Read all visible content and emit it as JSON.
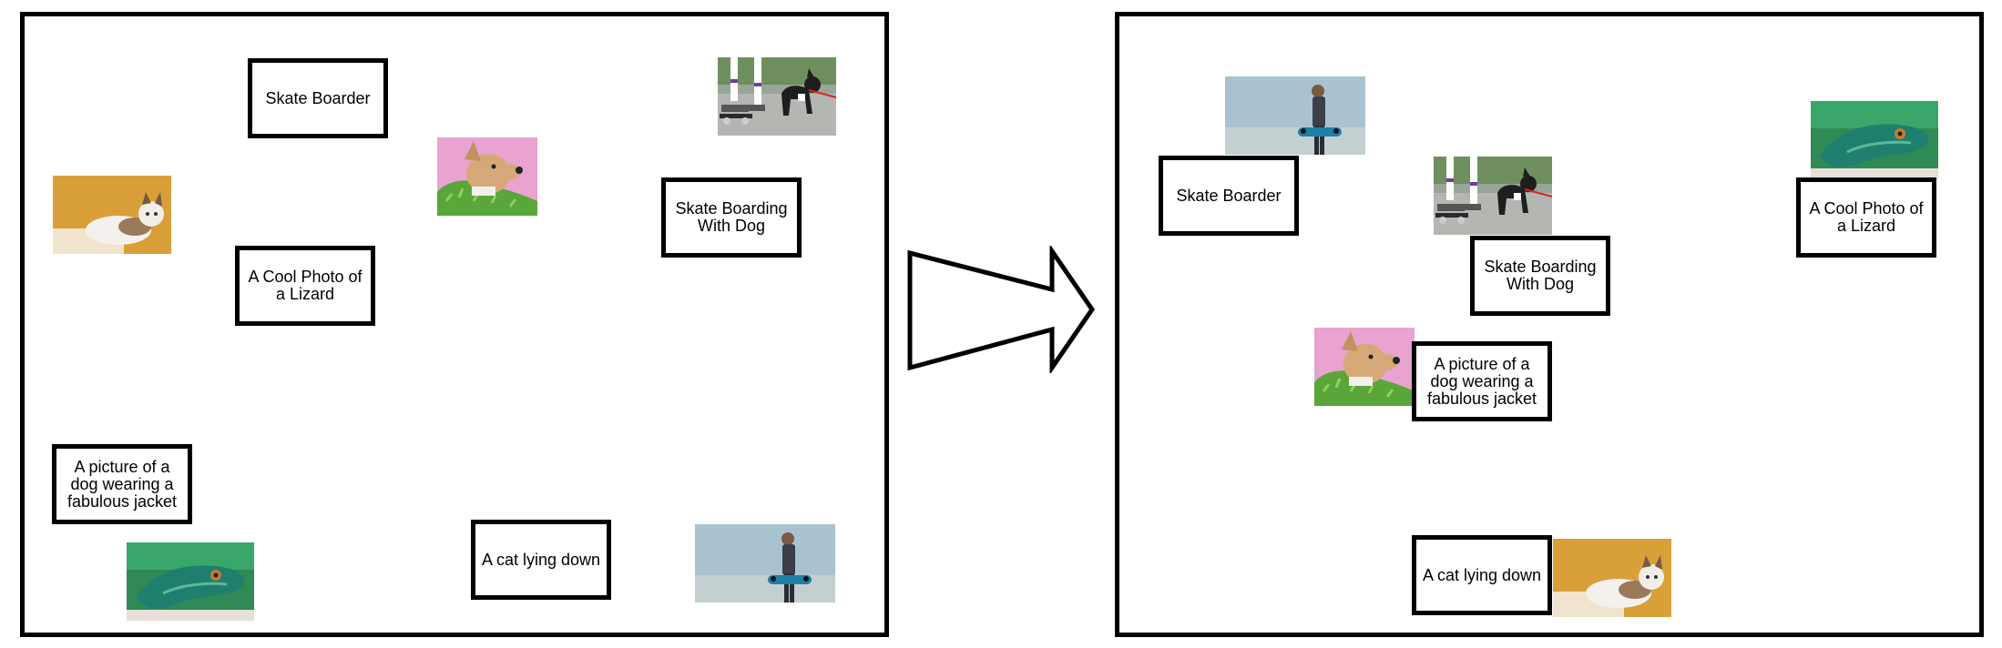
{
  "captions": {
    "skate_boarder": "Skate Boarder",
    "skate_boarding_with_dog": "Skate Boarding With Dog",
    "cool_photo_lizard": "A Cool Photo of a Lizard",
    "dog_jacket": "A picture of a dog wearing a fabulous jacket",
    "cat_lying_down": "A cat lying down"
  },
  "photos": {
    "cat": "cat-photo",
    "lizard": "lizard-photo",
    "dog_jacket": "dog-in-jacket-photo",
    "skate_dog": "skateboard-with-dog-photo",
    "skater": "skater-photo"
  },
  "colors": {
    "border": "#000000",
    "cat_bg": "#d9a03a",
    "lizard_bg": "#2f8a55",
    "dog_bg": "#e8a3d0",
    "skater_bg": "#a9c2cf",
    "street_bg": "#9aa59a"
  }
}
